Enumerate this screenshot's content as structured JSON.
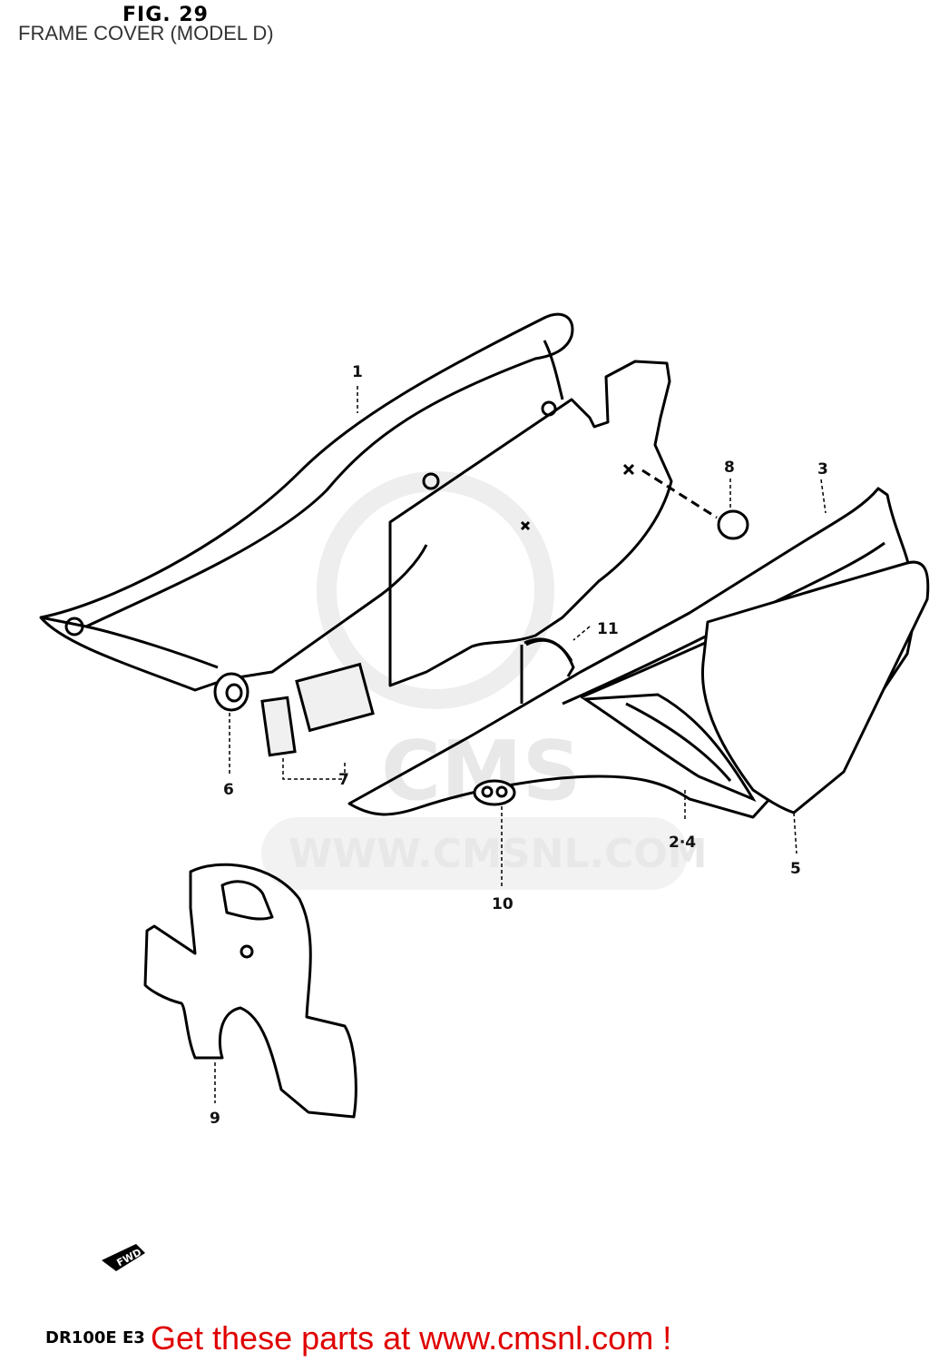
{
  "figure": {
    "number": "FIG. 29",
    "title": "FRAME COVER (MODEL D)"
  },
  "watermark": {
    "site": "WWW.CMSNL.COM",
    "brand": "CMS"
  },
  "callouts": [
    "1",
    "3",
    "8",
    "11",
    "6",
    "7",
    "2·4",
    "5",
    "10",
    "9"
  ],
  "direction_label": "FWD",
  "model_code": "DR100E E3",
  "promo": {
    "text": "Get these parts at www.cmsnl.com !",
    "color": "#e00000"
  }
}
